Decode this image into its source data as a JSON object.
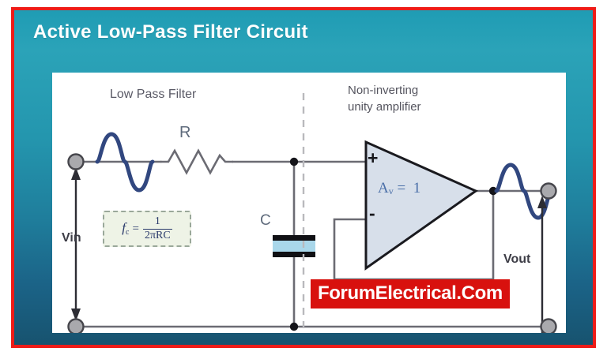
{
  "page": {
    "title": "Active Low-Pass Filter Circuit"
  },
  "colors": {
    "frame_border": "#ee1c18",
    "background_top": "#2ba3b8",
    "background_bottom": "#17536f",
    "canvas": "#ffffff",
    "wire": "#6b6b73",
    "wave": "#31477f",
    "opamp_fill": "#d7dfea",
    "opamp_text": "#4a6fa8",
    "capacitor_fill": "#a9d7ea",
    "formula_box_fill": "#eef3e6",
    "formula_text": "#2a3a6b",
    "watermark_bg": "#d8110e",
    "terminal_fill": "#a9a9ad"
  },
  "diagram": {
    "section_left_label": "Low Pass Filter",
    "section_right_label_line1": "Non-inverting",
    "section_right_label_line2": "unity amplifier",
    "resistor_label": "R",
    "capacitor_label": "C",
    "input_label": "Vin",
    "output_label": "Vout",
    "opamp": {
      "gain_symbol": "A",
      "gain_subscript": "v",
      "gain_equals": " =  1",
      "plus_terminal": "+",
      "minus_terminal": "-"
    },
    "formula": {
      "symbol": "f",
      "subscript": "c",
      "equals": "=",
      "numerator": "1",
      "denominator": "2πRC"
    },
    "watermark": "ForumElectrical.Com"
  }
}
